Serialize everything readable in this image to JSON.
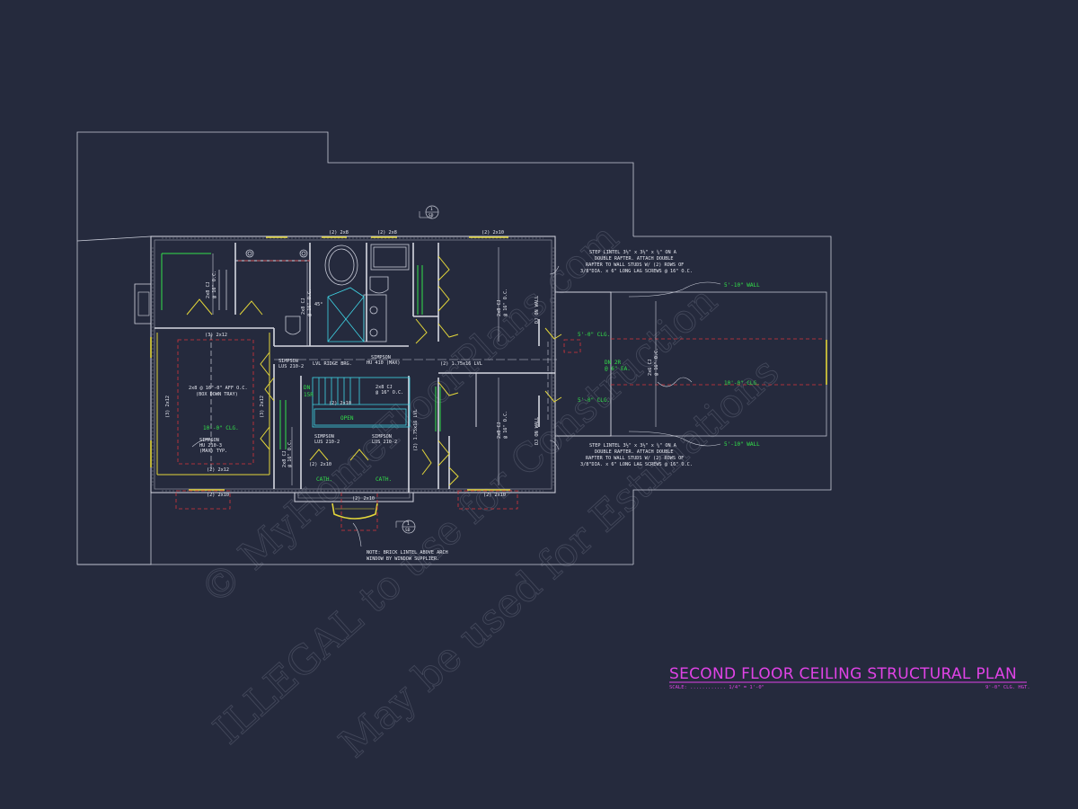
{
  "title": "SECOND FLOOR CEILING STRUCTURAL PLAN",
  "scale_label": "SCALE: ............ 1/4\" = 1'-0\"",
  "ceiling_height": "9'-0\" CLG. HGT.",
  "watermark": {
    "line1": "© MyHomeFloorPlans.com",
    "line2": "ILLEGAL to use for Construction",
    "line3": "May be used for Estimations"
  },
  "section_markers": {
    "top": "1",
    "top_sheet": "SD",
    "bottom": "1",
    "bottom_sheet": "SD"
  },
  "labels": {
    "header_2x8_a": "(2) 2x8",
    "header_2x8_b": "(2) 2x8",
    "header_2x10_top": "(2) 2x10",
    "header_2x12": "(3) 2x12",
    "header_2x12_left": "(3) 2x12",
    "header_2x12_right": "(3) 2x12",
    "header_2x12_bottom": "(2) 2x12",
    "header_2x10_bot_left": "(2) 2x10",
    "header_2x10_bot_mid": "(2) 2x10",
    "header_2x10_bot_right": "(2) 2x10",
    "header_2x10_stair": "(2) 2x10",
    "header_2x10_stair2": "(2) 2x10",
    "cj_bed1": "2x8 CJ",
    "cj_bed1_oc": "@ 16\" O.C.",
    "cj_bath": "2x8 CJ",
    "cj_bath_oc": "@ 16\" O.C.",
    "cj_right_top": "2x8 CJ",
    "cj_right_top_oc": "@ 16\" O.C.",
    "cj_right_bot": "2x8 CJ",
    "cj_right_bot_oc": "@ 16\" O.C.",
    "cj_stair": "2x8 CJ",
    "cj_stair_oc": "@ 16\" O.C.",
    "cj_left": "2x8 CJ",
    "cj_left_oc": "@ 16\" O.C.",
    "cj_bonus": "2x6 CJ",
    "cj_bonus_oc": "@ 16\" O.C.",
    "angle": "45°",
    "tray_joists": "2x8 @ 16\"-0\" AFF O.C.",
    "tray_box": "(BOX DOWN TRAY)",
    "tray_clg": "10'-0\" CLG.",
    "simpson_hu": "SIMPSON",
    "simpson_hu2": "HU 210-3",
    "simpson_hu3": "(MAX) TYP.",
    "simpson_lus_a": "SIMPSON",
    "simpson_lus_a2": "LUS 210-2",
    "lvl_ridge": "LVL RIDGE BRG.",
    "simpson_hu_ridge": "SIMPSON",
    "simpson_hu_ridge2": "HU 410 (MAX)",
    "lvl_beam": "(2) 1.75x16 LVL",
    "lvl_beam2": "(2) 1.75x16 LVL",
    "simpson_lus_b": "SIMPSON",
    "simpson_lus_b2": "LUS 210-2",
    "simpson_lus_c": "SIMPSON",
    "simpson_lus_c2": "LUS 210-2",
    "dn": "DN",
    "dn_sr": "15R",
    "open": "OPEN",
    "cath_a": "CATH.",
    "cath_b": "CATH.",
    "dj_top": "DJ ON WALL",
    "dj_bot": "DJ ON WALL",
    "clg_5a": "5'-0\" CLG.",
    "clg_5b": "5'-0\" CLG.",
    "clg_10": "10'-0\" CLG.",
    "wall_5a": "5'-10\" WALL",
    "wall_5b": "5'-10\" WALL",
    "dn_2r": "DN 2R",
    "dn_2r2": "@ 6\" EA.",
    "lintel_top_1": "STEP LINTEL 3½\" x 3½\" x ¼\" ON A",
    "lintel_top_2": "DOUBLE RAFTER. ATTACH DOUBLE",
    "lintel_top_3": "RAFTER TO WALL STUDS W/ (2) ROWS OF",
    "lintel_top_4": "3/8\"DIA. x 6\" LONG LAG SCREWS @ 16\" O.C.",
    "lintel_bot_1": "STEP LINTEL 3½\" x 3½\" x ¼\" ON A",
    "lintel_bot_2": "DOUBLE RAFTER. ATTACH DOUBLE",
    "lintel_bot_3": "RAFTER TO WALL STUDS W/ (2) ROWS OF",
    "lintel_bot_4": "3/8\"DIA. x 6\" LONG LAG SCREWS @ 16\" O.C.",
    "note_1": "NOTE: BRICK LINTEL ABOVE ARCH",
    "note_2": "WINDOW BY WINDOW SUPPLIER."
  },
  "colors": {
    "background": "#252a3d",
    "lines": "#c9ccd8",
    "walls": "#d6d8e2",
    "hatch": "#8a8d99",
    "headers": "#e3d63a",
    "green": "#33e04a",
    "red": "#d8343a",
    "cyan": "#3fd6e6",
    "magenta": "#e043e6"
  }
}
